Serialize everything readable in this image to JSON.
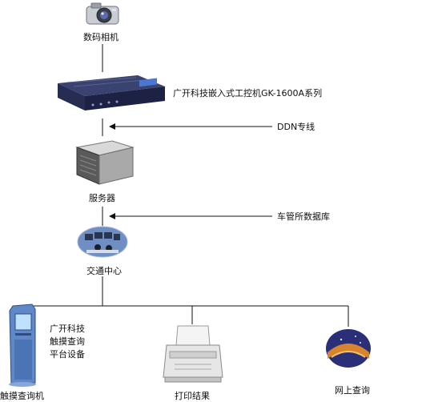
{
  "nodes": {
    "camera": {
      "label": "数码相机"
    },
    "ipc": {
      "label": "广开科技嵌入式工控机GK-1600A系列"
    },
    "server": {
      "label": "服务器"
    },
    "traffic_center": {
      "label": "交通中心"
    },
    "kiosk": {
      "label": "触摸查询机",
      "desc_lines": [
        "广开科技",
        "触摸查询",
        "平台设备"
      ]
    },
    "printer": {
      "label": "打印结果"
    },
    "online": {
      "label": "网上查询"
    }
  },
  "links": {
    "ddn": {
      "label": "DDN专线"
    },
    "vehicle_db": {
      "label": "车管所数据库"
    }
  }
}
